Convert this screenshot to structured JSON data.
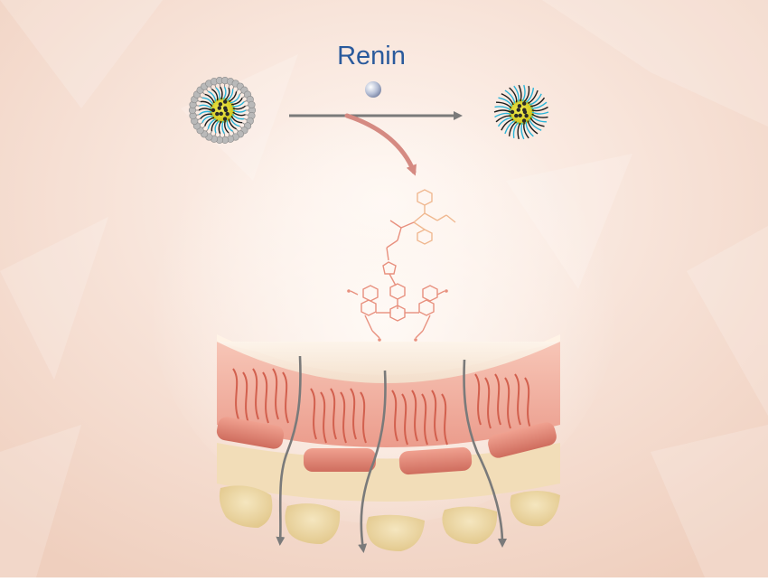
{
  "figure": {
    "enzyme_label": "Renin",
    "colors": {
      "background_light": "#fbeee6",
      "background_mid": "#f1d2c2",
      "enzyme_text": "#2a5a9c",
      "arrow_gray": "#7a7a7a",
      "curved_arrow": "#d58a82",
      "molecule": "#e8907e",
      "molecule_accent": "#f0b890",
      "core_yellow": "#e9e02a",
      "shell_black": "#1c1c1c",
      "shell_cyan": "#2ab4d8",
      "pore_gray": "#8a8a8a",
      "tissue_pink": "#efa596",
      "tissue_lines": "#d2604e",
      "lens_cap": "#f6e8d5",
      "beige_band": "#f1d9b3",
      "cells": "#ecd7a4"
    },
    "elements": {
      "left_particle": "intact-nanoparticle",
      "enzyme": "renin-sphere",
      "right_particle": "cleaved-nanoparticle",
      "released_molecule": "released-drug-molecule",
      "tissue": "tissue-cross-section",
      "penetration_arrows": 3
    }
  }
}
